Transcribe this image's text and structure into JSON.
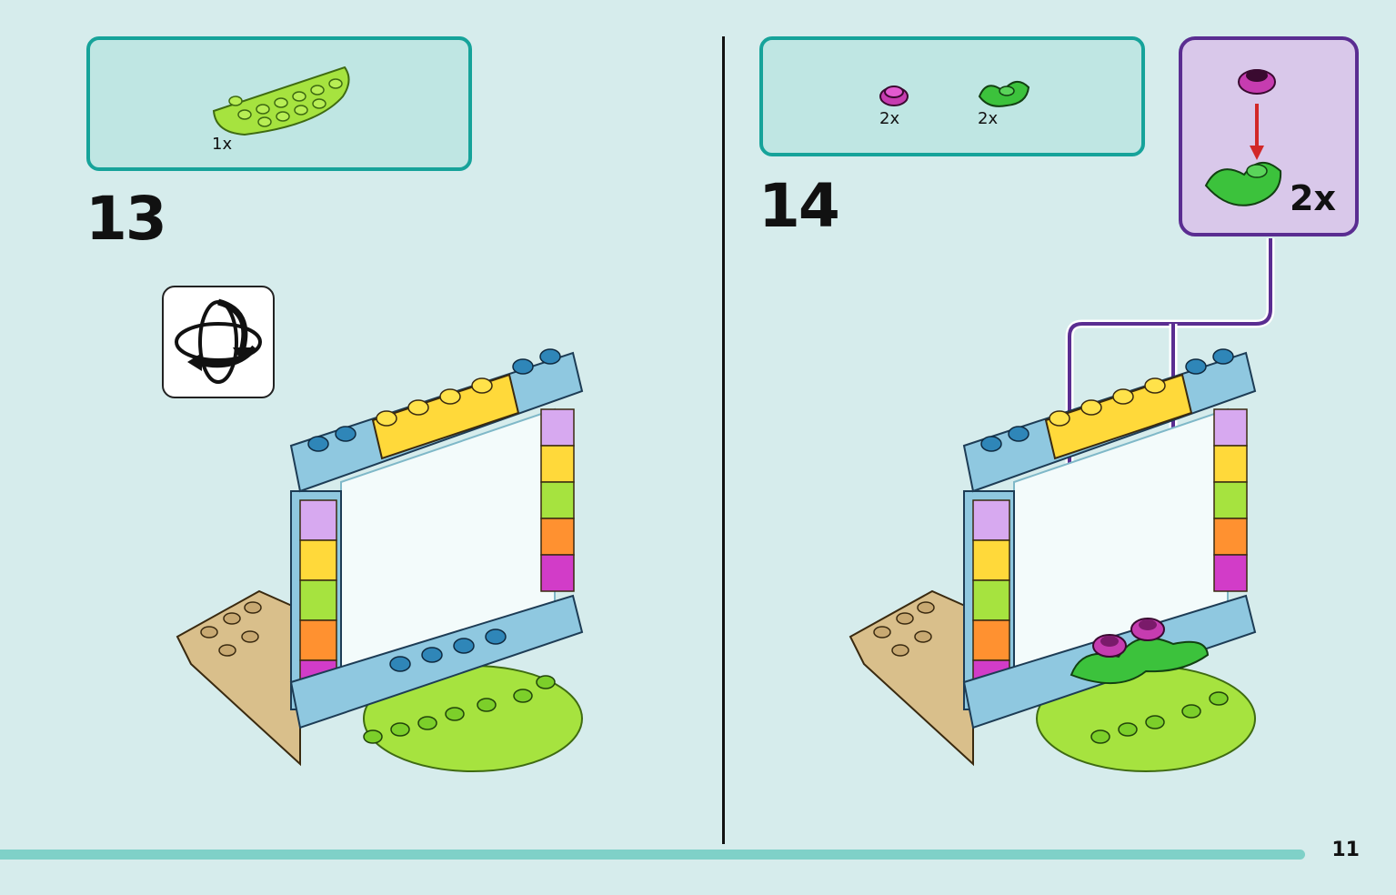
{
  "page_number": "11",
  "step13": {
    "number": "13",
    "parts": [
      {
        "name": "lime-half-round-plate",
        "qty": "1x"
      }
    ],
    "rotate_icon": "rotate-model-icon"
  },
  "step14": {
    "number": "14",
    "parts": [
      {
        "name": "magenta-round-flower-plate",
        "qty": "2x"
      },
      {
        "name": "green-leaf-piece",
        "qty": "2x"
      }
    ],
    "subassembly_qty": "2x"
  },
  "colors": {
    "background": "#d6ecec",
    "parts_box_border": "#16a39a",
    "subassembly_border": "#5a2d91",
    "callout_arrow": "#5a2d91",
    "bottom_bar": "#7fd1c8"
  }
}
